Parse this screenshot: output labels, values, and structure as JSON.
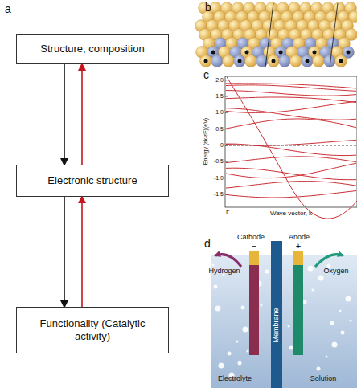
{
  "diagram": {
    "nodes": [
      {
        "text": [
          "Structure, composition"
        ]
      },
      {
        "text": [
          "Electronic structure"
        ]
      },
      {
        "text": [
          "Functionality (Catalytic activity)"
        ]
      }
    ],
    "edges": [
      {
        "from": 0,
        "to": 1,
        "arrow": "to"
      },
      {
        "from": 1,
        "to": 0,
        "arrow": "to"
      },
      {
        "from": 1,
        "to": 2,
        "arrow": "to"
      },
      {
        "from": 2,
        "to": 1,
        "arrow": "to"
      }
    ],
    "labels": [
      "a",
      "b",
      "c",
      "2.0",
      "1.5",
      "1.0",
      "0.5",
      "0",
      "-0.5",
      "-1.0",
      "-1.5",
      "Energy (εk-εF)(eV)",
      "Γ",
      "Wave vector, k",
      "d",
      "Cathode",
      "Anode",
      "−",
      "+",
      "Hydrogen",
      "Oxygen",
      "Membrane",
      "Electrolyte",
      "Solution"
    ]
  }
}
